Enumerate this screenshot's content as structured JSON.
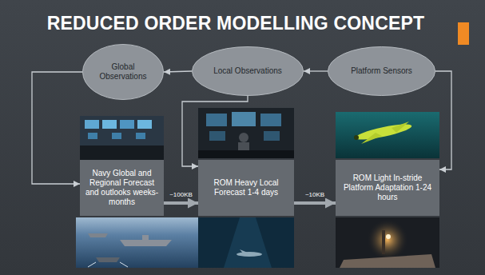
{
  "diagram": {
    "title": "REDUCED ORDER MODELLING CONCEPT",
    "nodes": [
      {
        "text": [
          "Global Observations"
        ]
      },
      {
        "text": [
          "Local Observations"
        ]
      },
      {
        "text": [
          "Platform Sensors"
        ]
      },
      {
        "text": [
          "Navy Global and Regional Forecast and outlooks weeks-months"
        ]
      },
      {
        "text": [
          "ROM Heavy Local Forecast 1-4 days"
        ]
      },
      {
        "text": [
          "ROM Light In-stride Platform Adaptation 1-24 hours"
        ]
      }
    ],
    "edges": [
      {
        "from": 1,
        "to": 0,
        "arrow": "to"
      },
      {
        "from": 2,
        "to": 1,
        "arrow": "to"
      },
      {
        "from": 0,
        "to": 3,
        "arrow": "to"
      },
      {
        "from": 1,
        "to": 4,
        "arrow": "to"
      },
      {
        "from": 2,
        "to": 5,
        "arrow": "to"
      },
      {
        "from": 3,
        "to": 4,
        "label": "~100KB",
        "arrow": "to"
      },
      {
        "from": 4,
        "to": 5,
        "label": "~10KB",
        "arrow": "to"
      }
    ]
  }
}
